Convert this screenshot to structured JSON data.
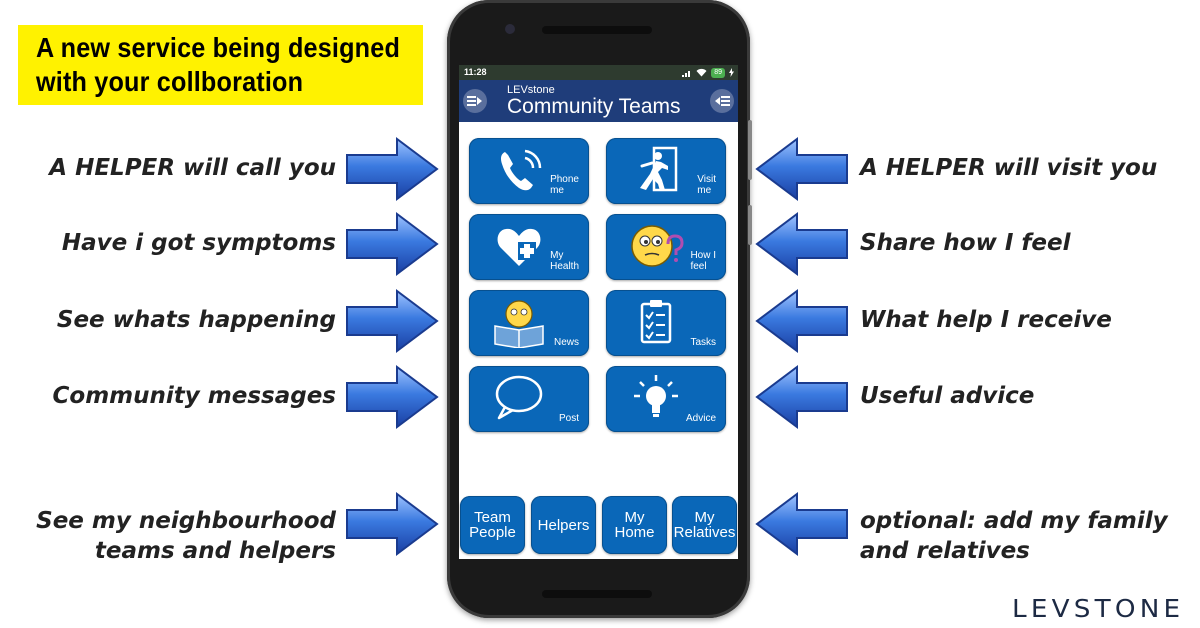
{
  "banner": {
    "line1": "A new service being designed",
    "line2": "with your collboration"
  },
  "captions": {
    "left": [
      "A HELPER will call you",
      "Have i got symptoms",
      "See whats happening",
      "Community messages",
      "See my neighbourhood",
      "teams and helpers"
    ],
    "right": [
      "A HELPER will visit you",
      "Share how I feel",
      "What help I receive",
      "Useful advice",
      "optional: add my family",
      "and relatives"
    ]
  },
  "statusbar": {
    "time": "11:28",
    "battery": "89"
  },
  "appbar": {
    "subtitle": "LEVstone",
    "title": "Community Teams"
  },
  "tiles": {
    "phone_me": {
      "line1": "Phone",
      "line2": "me"
    },
    "visit_me": {
      "line1": "Visit",
      "line2": "me"
    },
    "my_health": {
      "line1": "My",
      "line2": "Health"
    },
    "how_i_feel": {
      "line1": "How I",
      "line2": "feel"
    },
    "news": {
      "line1": "News"
    },
    "tasks": {
      "line1": "Tasks"
    },
    "post": {
      "line1": "Post"
    },
    "advice": {
      "line1": "Advice"
    }
  },
  "nav": {
    "team_people": {
      "line1": "Team",
      "line2": "People"
    },
    "helpers": {
      "line1": "Helpers"
    },
    "my_home": {
      "line1": "My",
      "line2": "Home"
    },
    "my_relatives": {
      "line1": "My",
      "line2": "Relatives"
    }
  },
  "logo": "LEVSTONE",
  "colors": {
    "banner": "#fff200",
    "tile": "#0a67b8",
    "appbar": "#1f3d7a",
    "arrow": "#2f6fd6"
  }
}
